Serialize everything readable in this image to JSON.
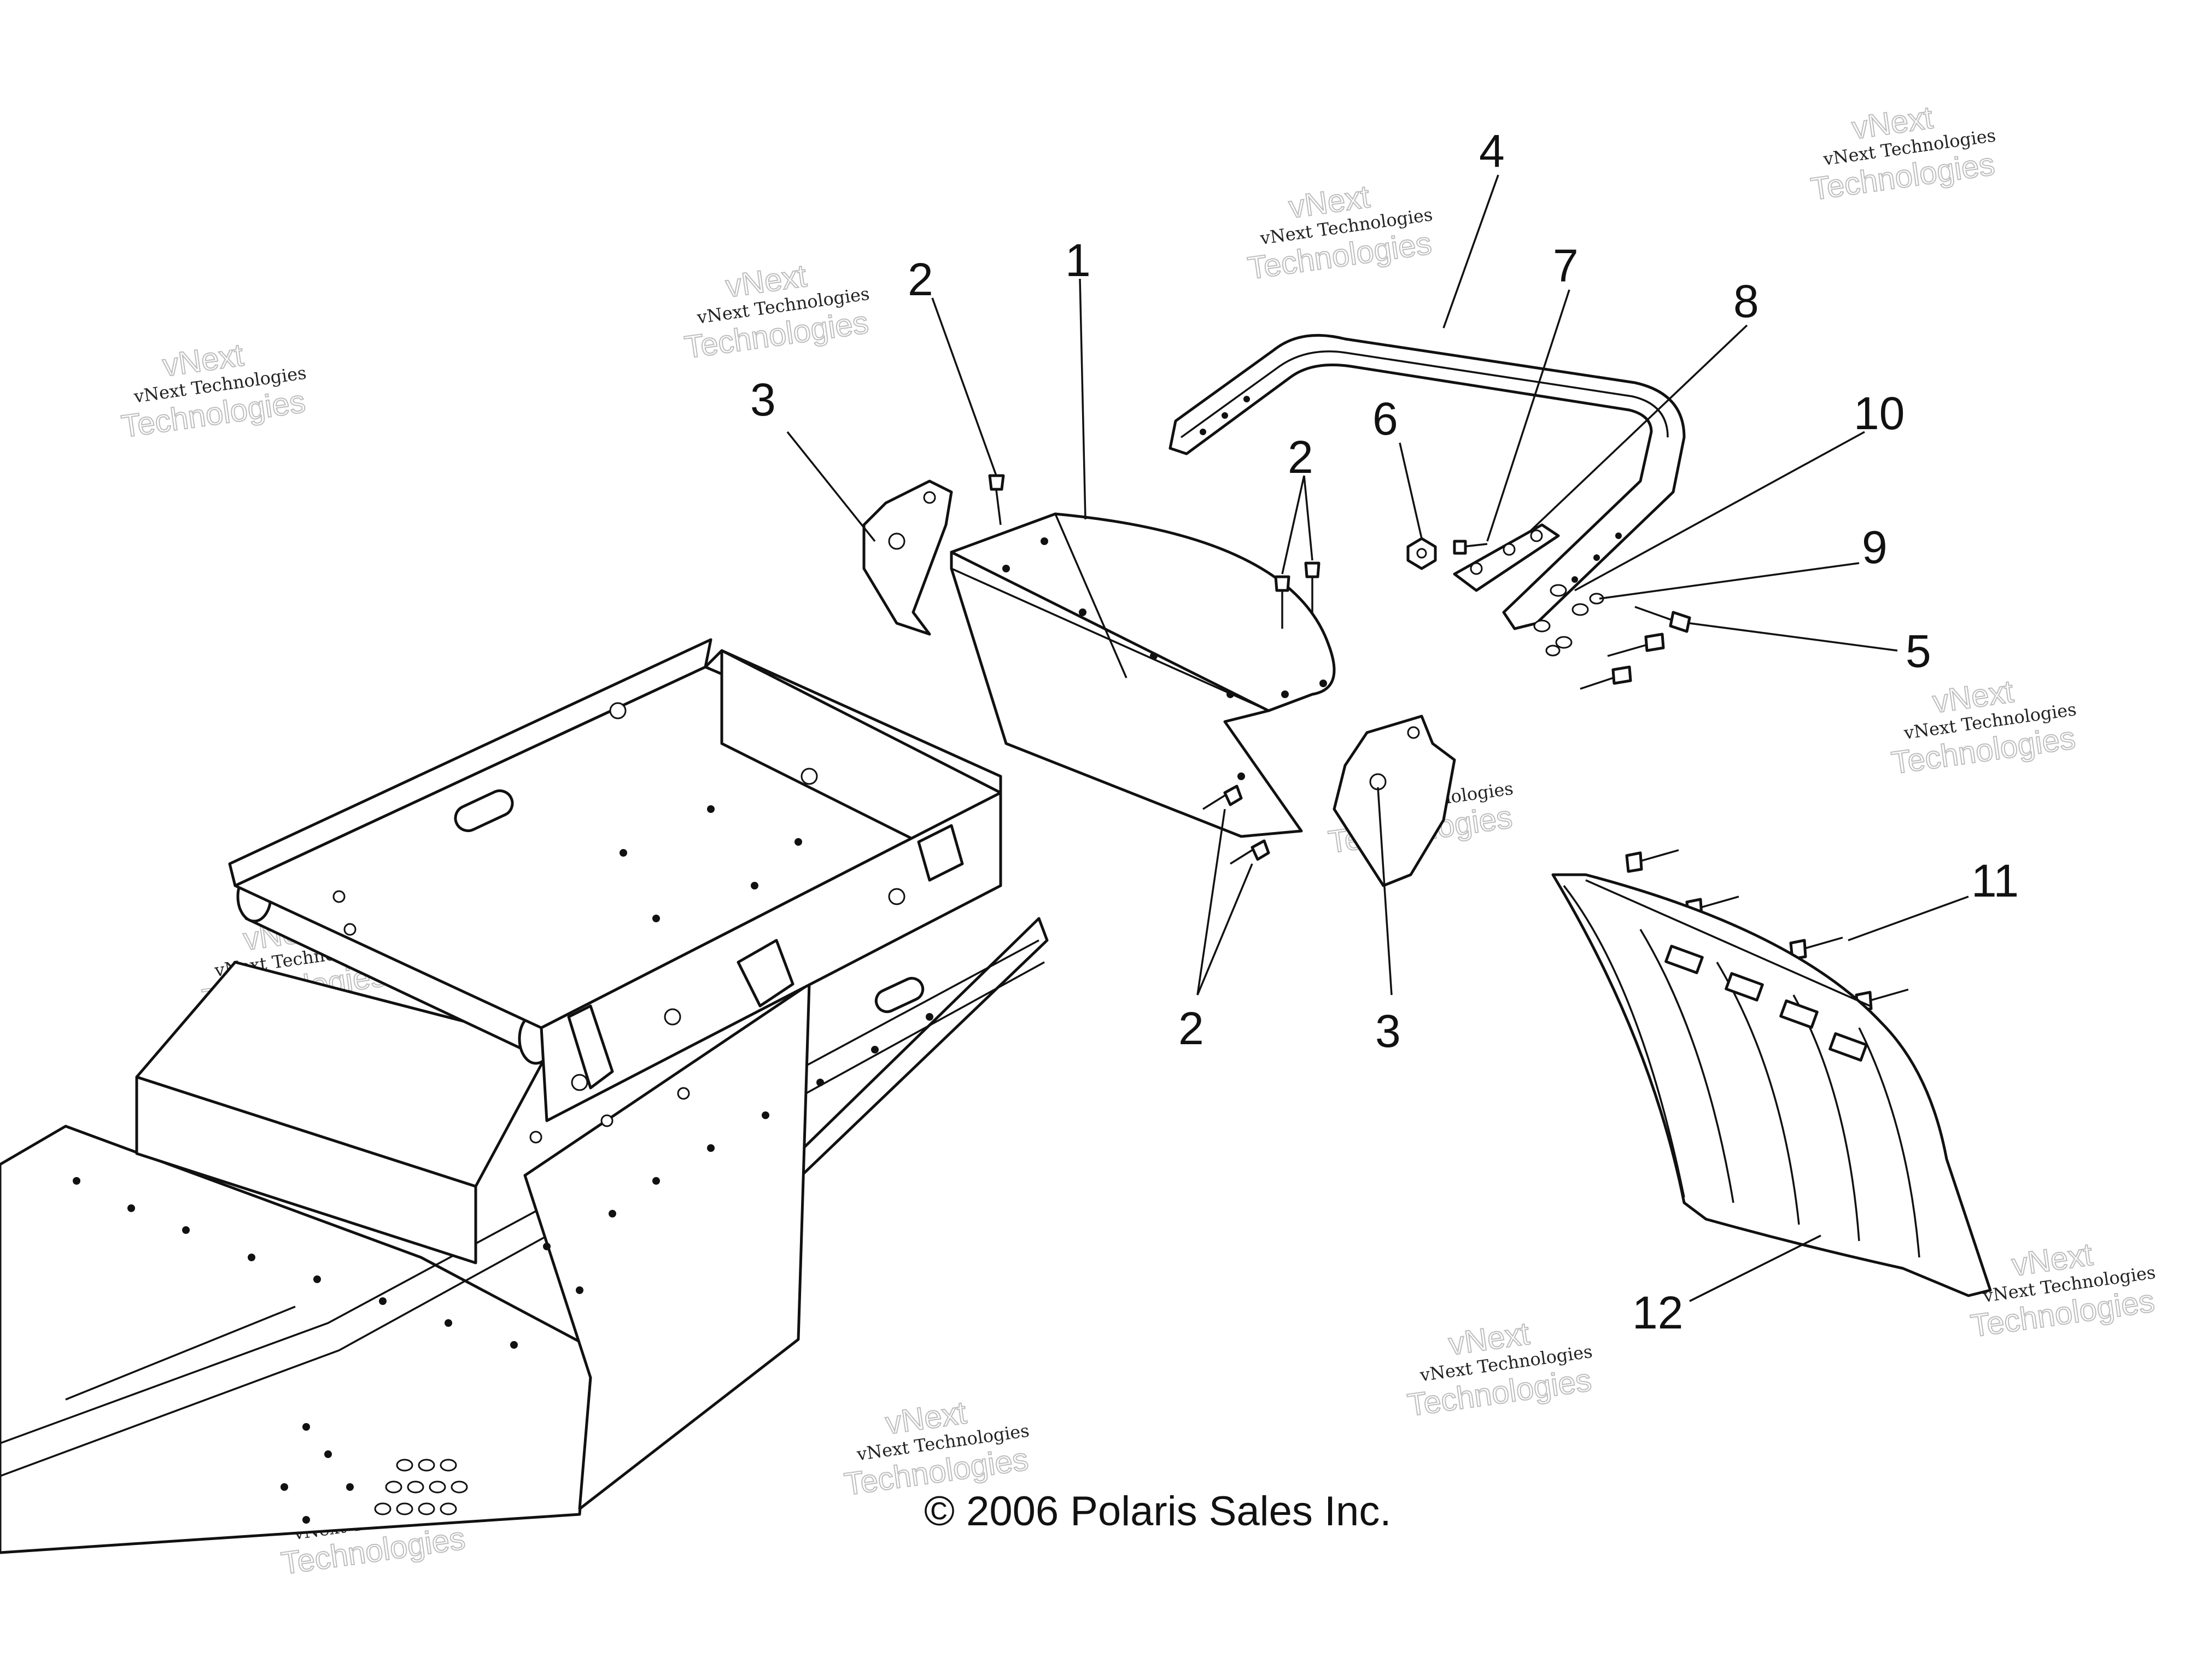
{
  "callouts": [
    {
      "id": "c1",
      "label": "1"
    },
    {
      "id": "c2a",
      "label": "2"
    },
    {
      "id": "c2b",
      "label": "2"
    },
    {
      "id": "c2c",
      "label": "2"
    },
    {
      "id": "c3a",
      "label": "3"
    },
    {
      "id": "c3b",
      "label": "3"
    },
    {
      "id": "c4",
      "label": "4"
    },
    {
      "id": "c5",
      "label": "5"
    },
    {
      "id": "c6",
      "label": "6"
    },
    {
      "id": "c7",
      "label": "7"
    },
    {
      "id": "c8",
      "label": "8"
    },
    {
      "id": "c9",
      "label": "9"
    },
    {
      "id": "c10",
      "label": "10"
    },
    {
      "id": "c11",
      "label": "11"
    },
    {
      "id": "c12",
      "label": "12"
    }
  ],
  "watermark": {
    "line_small": "vNext Technologies",
    "line_big_1": "vNext",
    "line_big_2": "Technologies"
  },
  "copyright": "© 2006 Polaris Sales Inc."
}
